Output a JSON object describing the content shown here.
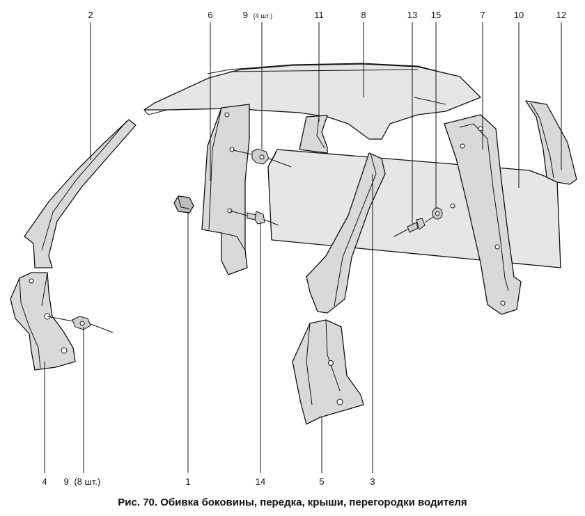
{
  "figure": {
    "caption": "Рис. 70. Обивка боковины, передка, крыши, перегородки водителя"
  },
  "callouts": [
    {
      "id": "2",
      "label": "2"
    },
    {
      "id": "6",
      "label": "6"
    },
    {
      "id": "9a",
      "label": "9",
      "qty": "(4 шт.)"
    },
    {
      "id": "11",
      "label": "11"
    },
    {
      "id": "8",
      "label": "8"
    },
    {
      "id": "13",
      "label": "13"
    },
    {
      "id": "15",
      "label": "15"
    },
    {
      "id": "7",
      "label": "7"
    },
    {
      "id": "10",
      "label": "10"
    },
    {
      "id": "12",
      "label": "12"
    },
    {
      "id": "4",
      "label": "4"
    },
    {
      "id": "9b",
      "label": "9",
      "qty": "(8 шт.)"
    },
    {
      "id": "1",
      "label": "1"
    },
    {
      "id": "14",
      "label": "14"
    },
    {
      "id": "5",
      "label": "5"
    },
    {
      "id": "3",
      "label": "3"
    }
  ]
}
